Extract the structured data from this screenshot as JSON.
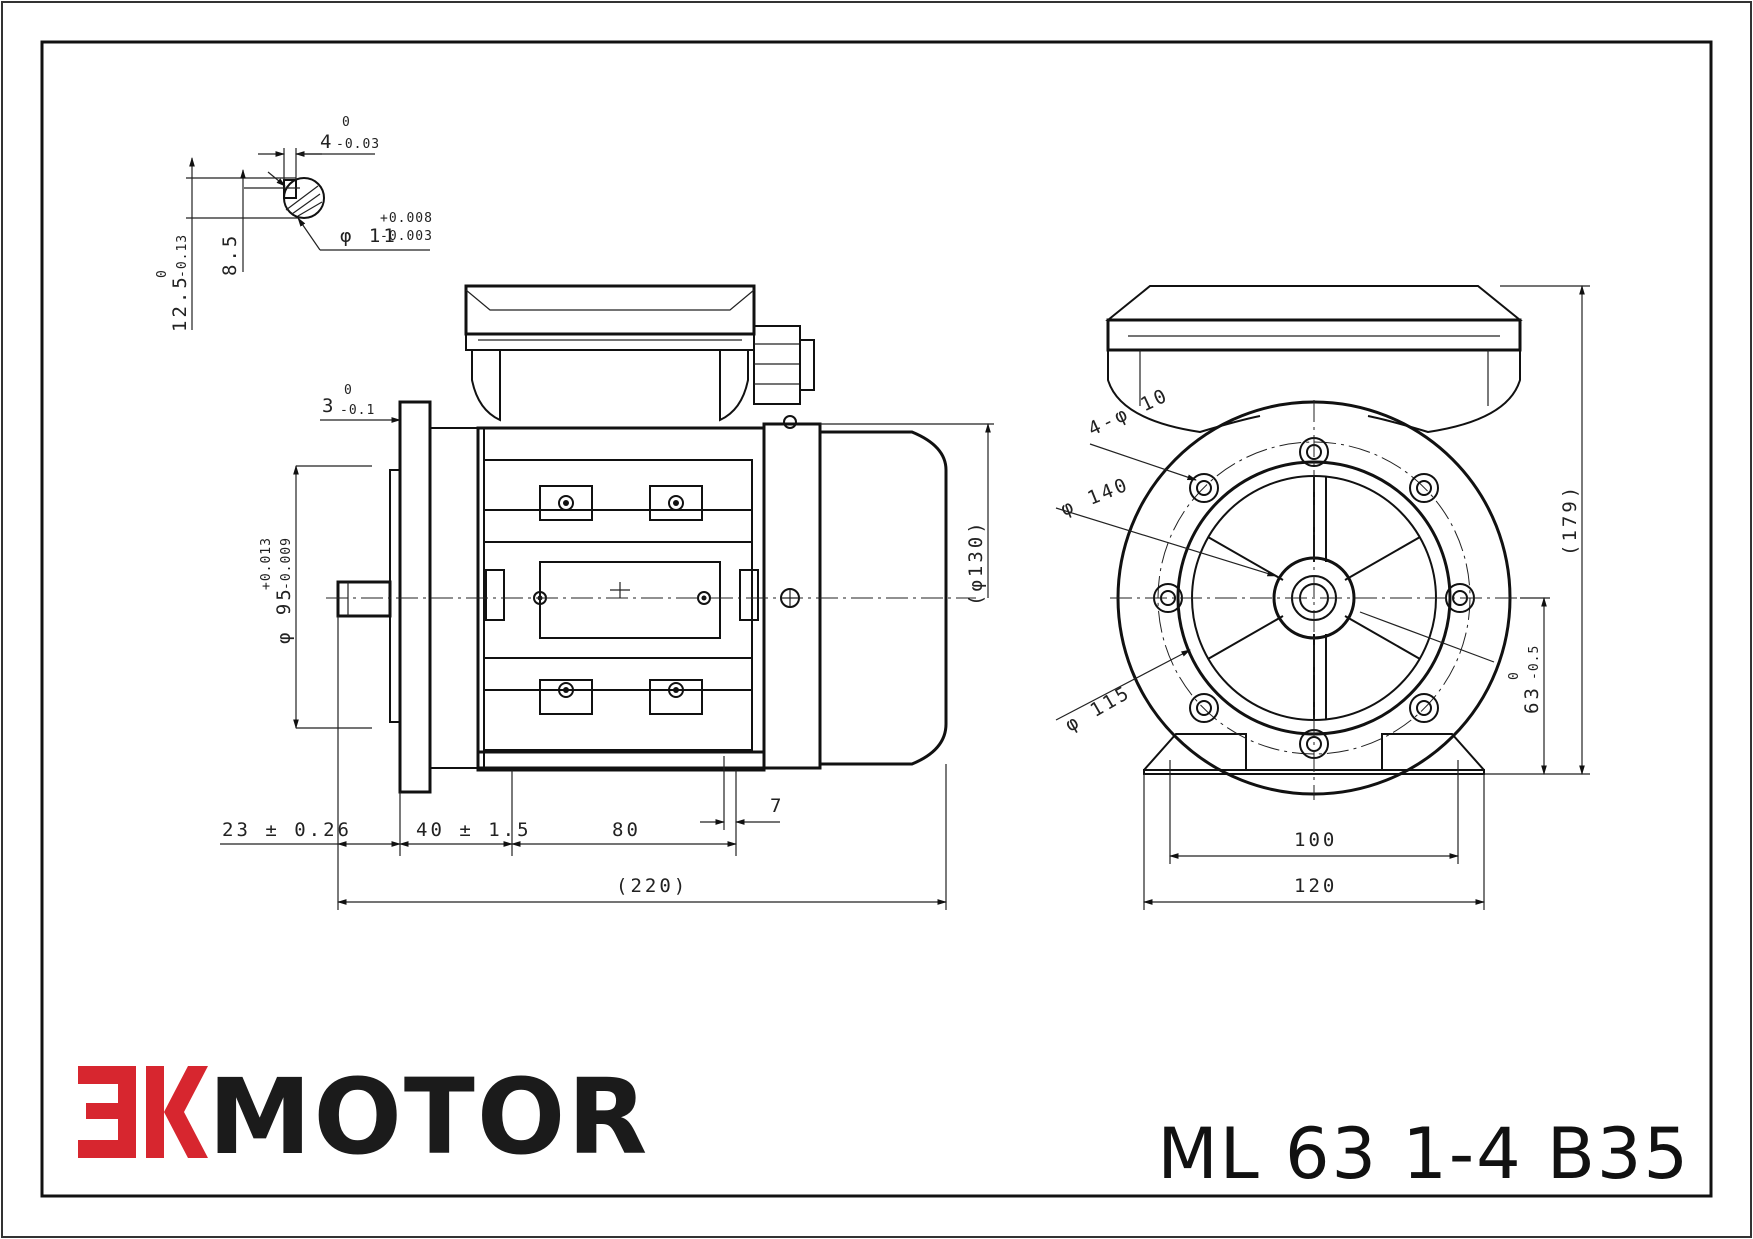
{
  "brand": {
    "logo_mark": "EK",
    "name": "MOTOR",
    "accent_color": "#d7262f",
    "text_color": "#1b1b1b"
  },
  "model": "ML 63 1-4 B35",
  "dimensions": {
    "key_width": "4",
    "key_width_tol_upper": "0",
    "key_width_tol_lower": "-0.03",
    "shaft_dia": "φ 11",
    "shaft_dia_tol_upper": "+0.008",
    "shaft_dia_tol_lower": "-0.003",
    "key_depth": "8.5",
    "shaft_height": "12.5",
    "shaft_height_tol_upper": "0",
    "shaft_height_tol_lower": "-0.13",
    "flange_offset": "3",
    "flange_offset_tol_upper": "0",
    "flange_offset_tol_lower": "-0.1",
    "spigot_dia": "φ 95",
    "spigot_dia_tol_upper": "+0.013",
    "spigot_dia_tol_lower": "-0.009",
    "frame_dia": "(φ130)",
    "shaft_length": "23 ± 0.26",
    "foot_offset": "40 ± 1.5",
    "foot_length": "80",
    "foot_thickness": "7",
    "overall_length": "(220)",
    "flange_holes": "4-φ 10",
    "flange_outer_dia": "φ 140",
    "flange_pcd": "φ 115",
    "overall_height": "(179)",
    "center_height": "63",
    "center_height_tol_upper": "0",
    "center_height_tol_lower": "-0.5",
    "foot_hole_spacing": "100",
    "foot_width": "120"
  }
}
